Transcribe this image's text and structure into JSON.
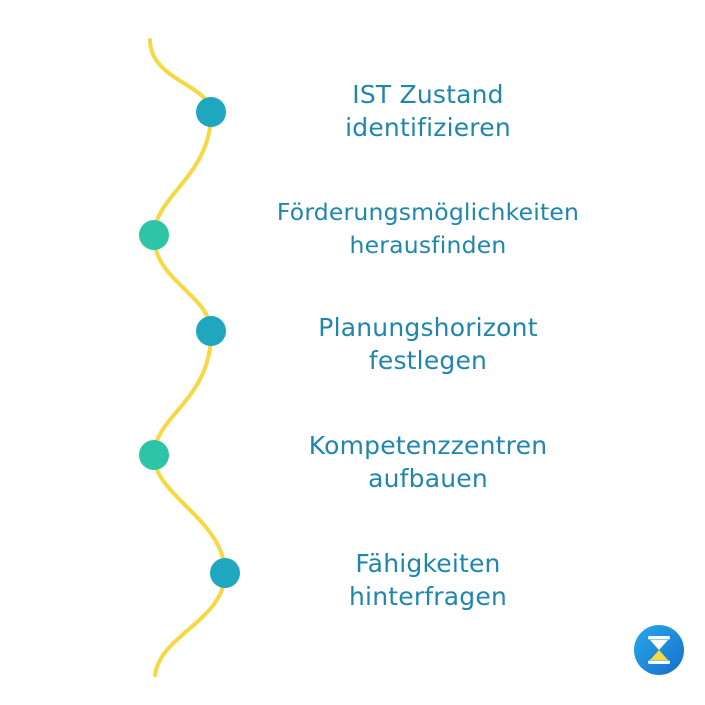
{
  "steps": [
    {
      "line1": "IST Zustand",
      "line2": "identifizieren"
    },
    {
      "line1": "Förderungsmöglichkeiten",
      "line2": "herausfinden"
    },
    {
      "line1": "Planungshorizont",
      "line2": "festlegen"
    },
    {
      "line1": "Kompetenzzentren",
      "line2": "aufbauen"
    },
    {
      "line1": "Fähigkeiten",
      "line2": "hinterfragen"
    }
  ],
  "colors": {
    "line": "#f6d843",
    "dot_blue": "#1ea7bf",
    "dot_green": "#2ec4a8",
    "text": "#1f86ad",
    "logo": "#1c8fd8"
  },
  "icons": {
    "logo": "hourglass-logo-icon"
  }
}
